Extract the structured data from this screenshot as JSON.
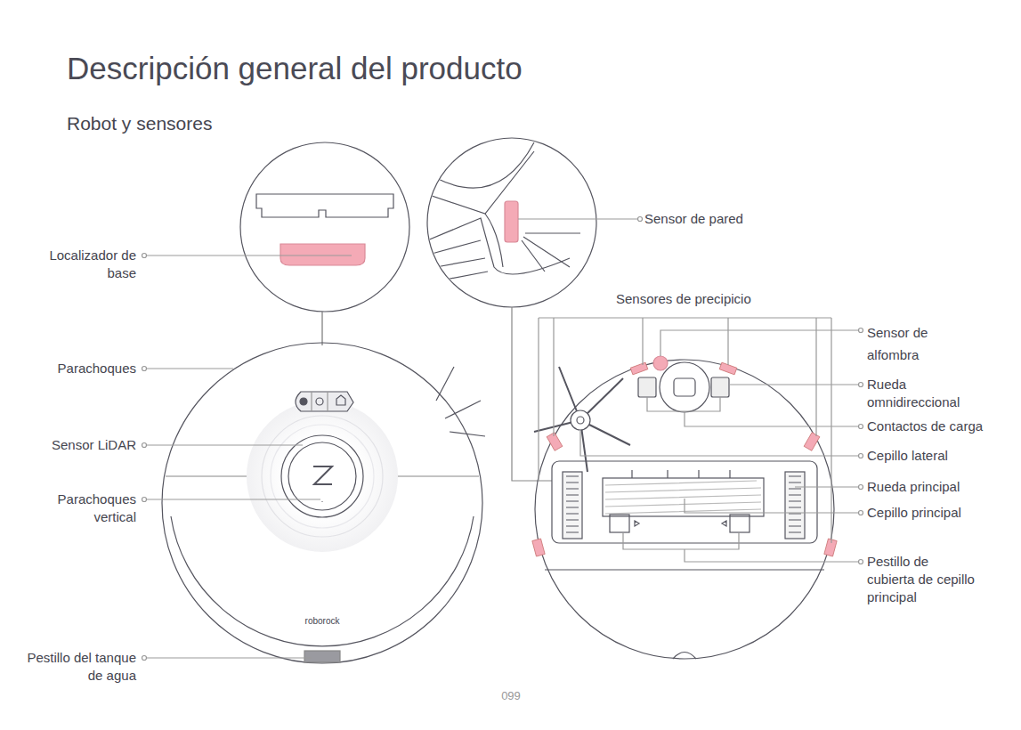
{
  "diagram": {
    "title": "Descripción general del producto",
    "labels": [
      "Robot y sensores",
      "Sensor de pared",
      "Localizador de base",
      "Sensores de precipicio",
      "Sensor de alfombra",
      "Parachoques",
      "Rueda omnidireccional",
      "Contactos de carga",
      "Sensor LiDAR",
      "Cepillo lateral",
      "Rueda principal",
      "Parachoques vertical",
      "Cepillo principal",
      "Pestillo de cubierta de cepillo principal",
      "roborock",
      "Pestillo del tanque de agua",
      "099"
    ]
  }
}
